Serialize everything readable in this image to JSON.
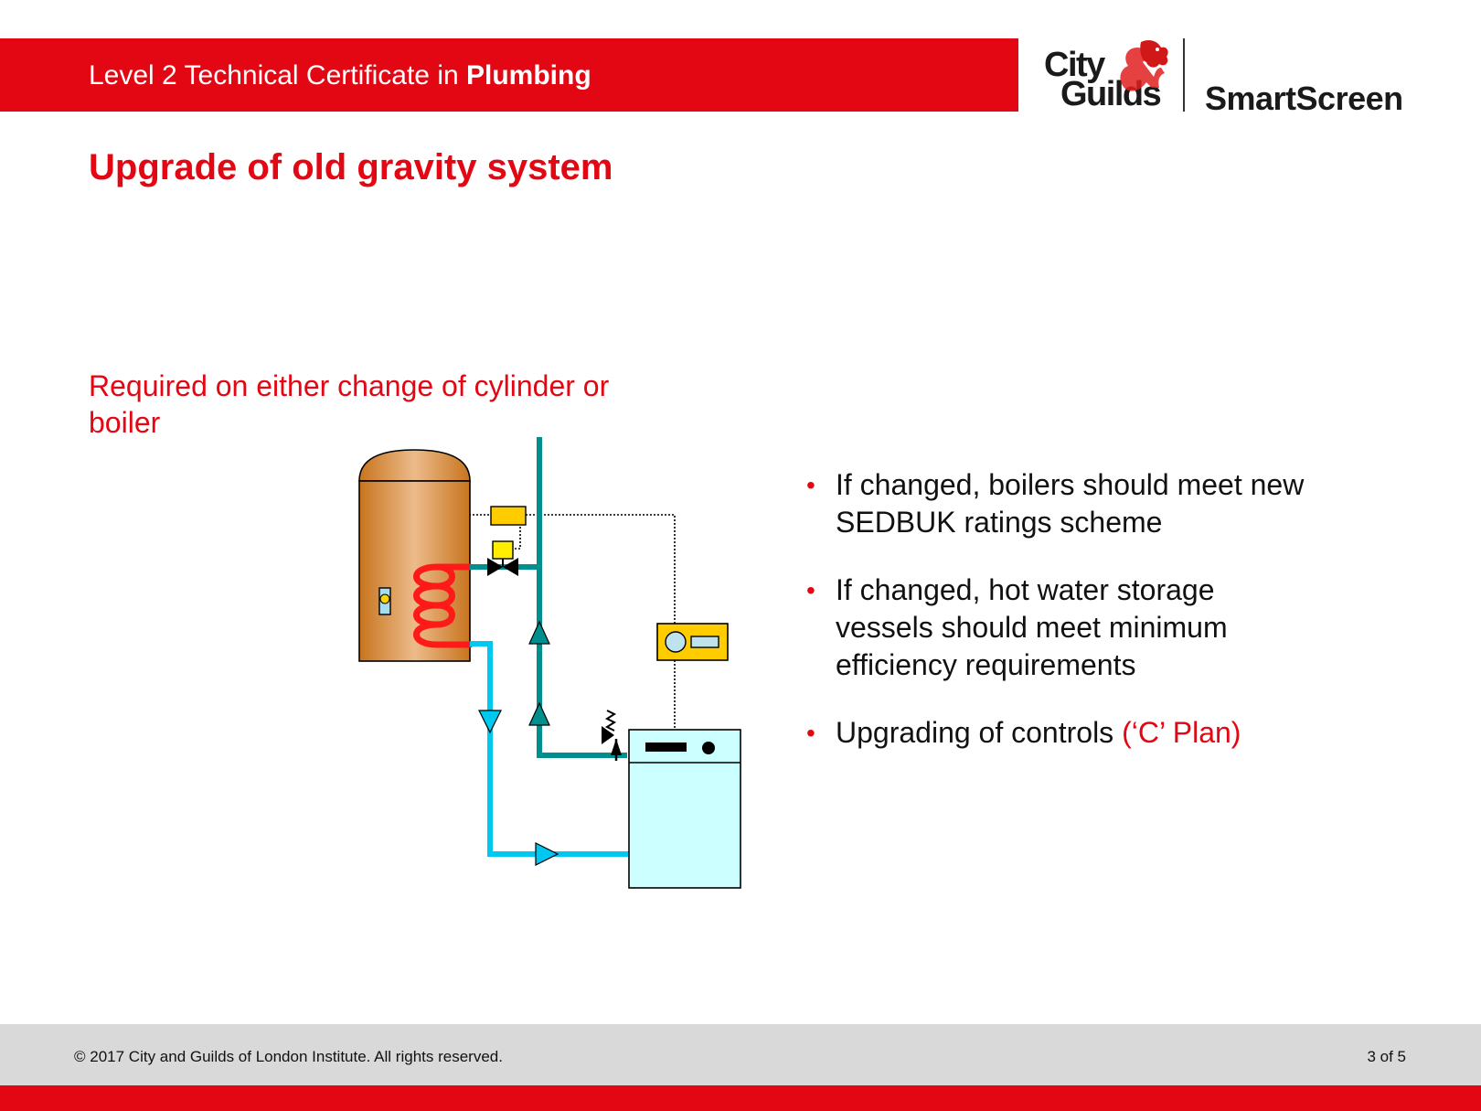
{
  "header": {
    "course_prefix": "Level 2 Technical Certificate in ",
    "course_subject": "Plumbing"
  },
  "logo": {
    "city": "City",
    "guilds": "Guilds",
    "product": "SmartScreen"
  },
  "slide": {
    "title": "Upgrade of old gravity system",
    "subtitle": "Required on either change of cylinder or boiler",
    "bullets": [
      {
        "text": "If changed, boilers should meet new SEDBUK ratings scheme",
        "highlight": ""
      },
      {
        "text": "If changed, hot water storage vessels should meet minimum efficiency requirements",
        "highlight": ""
      },
      {
        "text": "Upgrading of controls ",
        "highlight": "(‘C’ Plan)"
      }
    ]
  },
  "diagram": {
    "components": [
      "hot-water-cylinder",
      "heating-coil",
      "cylinder-thermostat",
      "motorised-valve",
      "valve-actuator",
      "wiring-centre",
      "open-vent-pipe",
      "pump-arrow",
      "pressure-relief-valve",
      "boiler",
      "programmer"
    ]
  },
  "footer": {
    "copyright": "© 2017 City and Guilds of London Institute. All rights reserved.",
    "page": "3 of 5"
  },
  "colors": {
    "brand": "#e30613",
    "flow_pipe": "#008f8f",
    "return_pipe": "#00c8f0",
    "coil": "#ff1a1a",
    "cylinder": "#c8741e",
    "boiler": "#ccffff",
    "control": "#ffcc00"
  }
}
